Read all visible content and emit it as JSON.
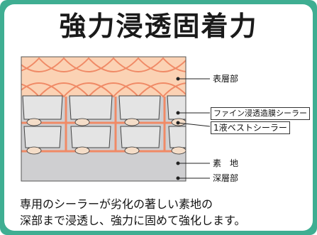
{
  "title": "強力浸透固着力",
  "labels": {
    "surface": "表層部",
    "fine_sealer": "ファイン浸透造膜シーラー",
    "one_part_sealer": "1液ベストシーラー",
    "substrate": "素　地",
    "deep": "深層部"
  },
  "caption": {
    "line1": "専用のシーラーが劣化の著しい素地の",
    "line2": "深部まで浸透し、強力に固めて強化します。"
  },
  "colors": {
    "frame": "#3fae92",
    "surface_fill": "#fbd2b4",
    "sealer_line": "#f08a66",
    "tile_fill": "#e4e4e4",
    "base_fill": "#cfcfd1"
  }
}
